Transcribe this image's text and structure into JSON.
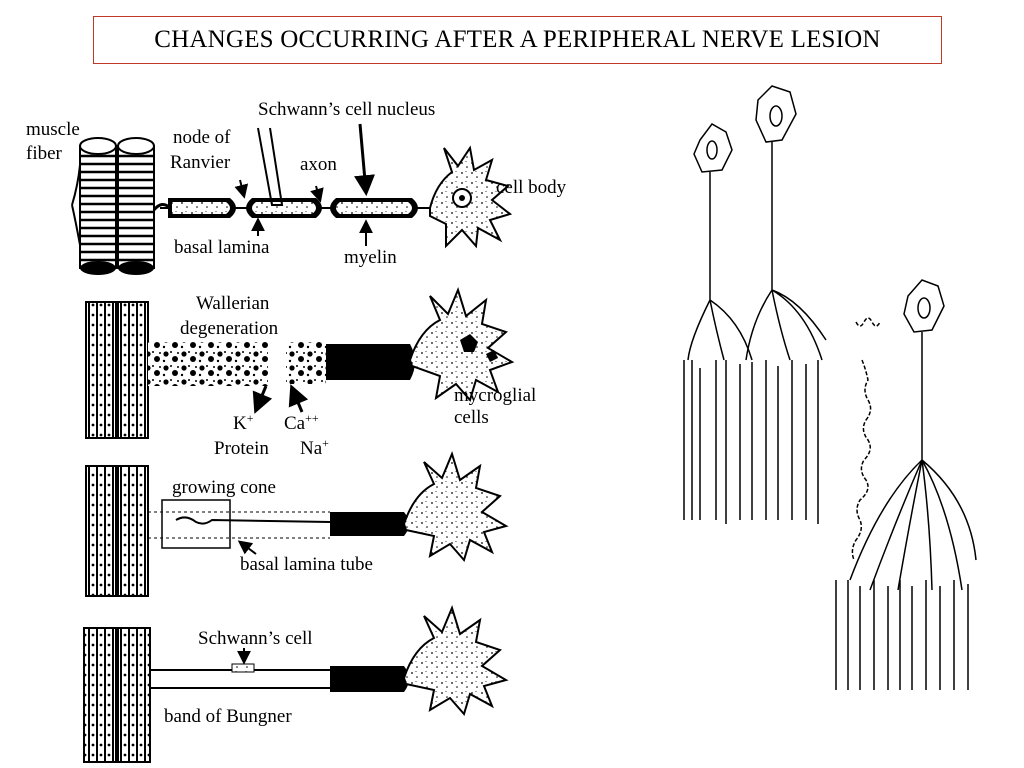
{
  "title": "CHANGES OCCURRING AFTER A PERIPHERAL NERVE LESION",
  "colors": {
    "title_border": "#c0392b",
    "ink": "#000000",
    "background": "#ffffff"
  },
  "panels": [
    {
      "id": "normal",
      "labels": {
        "muscle_fiber_1": "muscle",
        "muscle_fiber_2": "fiber",
        "node_1": "node of",
        "node_2": "Ranvier",
        "schwann_nucleus": "Schwann’s cell nucleus",
        "axon": "axon",
        "cell_body": "cell body",
        "basal_lamina": "basal lamina",
        "myelin": "myelin"
      }
    },
    {
      "id": "degeneration",
      "labels": {
        "wallerian_1": "Wallerian",
        "wallerian_2": "degeneration",
        "k_plus": "K",
        "k_plus_sup": "+",
        "ca": "Ca",
        "ca_sup": "++",
        "protein": "Protein",
        "na": "Na",
        "na_sup": "+",
        "microglial_1": "mycroglial",
        "microglial_2": "cells"
      }
    },
    {
      "id": "regrowth",
      "labels": {
        "growing_cone": "growing cone",
        "basal_lamina_tube": "basal lamina tube"
      }
    },
    {
      "id": "reinnervation",
      "labels": {
        "schwann_cell": "Schwann’s cell",
        "band_of_bungner": "band of Bungner"
      }
    }
  ]
}
